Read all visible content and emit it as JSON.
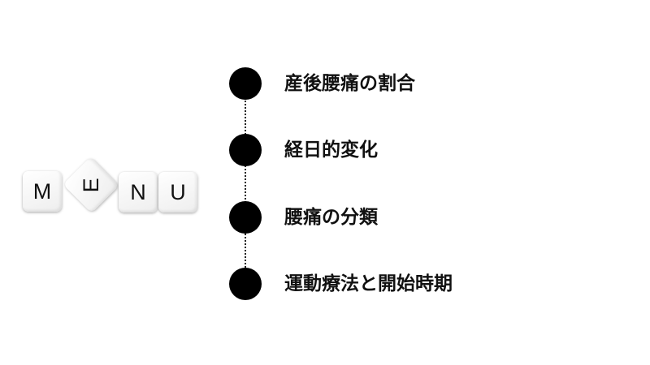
{
  "logo": {
    "letters": [
      "M",
      "E",
      "N",
      "U"
    ]
  },
  "menu": {
    "items": [
      {
        "label": "産後腰痛の割合"
      },
      {
        "label": "経日的変化"
      },
      {
        "label": "腰痛の分類"
      },
      {
        "label": "運動療法と開始時期"
      }
    ]
  }
}
